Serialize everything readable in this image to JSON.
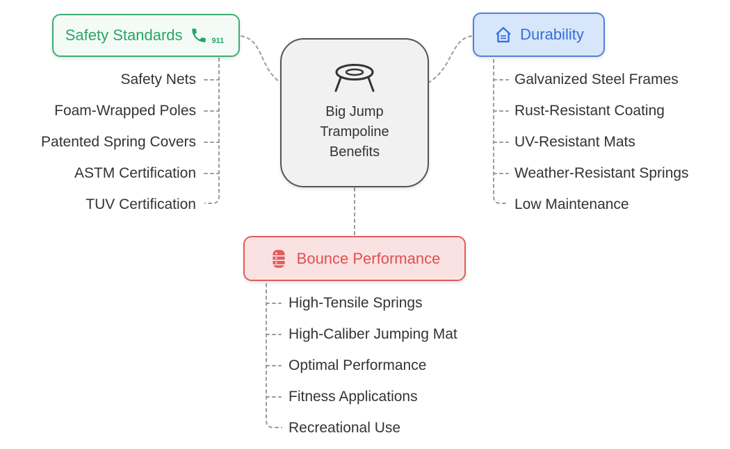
{
  "center": {
    "lines": [
      "Big Jump",
      "Trampoline",
      "Benefits"
    ],
    "icon": "trampoline-icon",
    "bg_color": "#f1f1f1",
    "border_color": "#545454",
    "text_color": "#333333"
  },
  "branches": {
    "safety": {
      "label": "Safety Standards",
      "icon": "phone-911-icon",
      "badge": "911",
      "text_color": "#27a567",
      "border_color": "#3cae6e",
      "bg_color": "#f4fbf7",
      "items": [
        "Safety Nets",
        "Foam-Wrapped Poles",
        "Patented Spring Covers",
        "ASTM Certification",
        "TUV Certification"
      ]
    },
    "durability": {
      "label": "Durability",
      "icon": "house-icon",
      "text_color": "#3470d6",
      "border_color": "#4d82d6",
      "bg_color": "#d7e6fb",
      "items": [
        "Galvanized Steel Frames",
        "Rust-Resistant Coating",
        "UV-Resistant Mats",
        "Weather-Resistant Springs",
        "Low Maintenance"
      ]
    },
    "bounce": {
      "label": "Bounce Performance",
      "icon": "barrel-stack-icon",
      "text_color": "#e04f4f",
      "border_color": "#e25c5c",
      "bg_color": "#fbe2e2",
      "items": [
        "High-Tensile Springs",
        "High-Caliber Jumping Mat",
        "Optimal Performance",
        "Fitness Applications",
        "Recreational Use"
      ]
    }
  },
  "connector_color": "#9a9a9a"
}
